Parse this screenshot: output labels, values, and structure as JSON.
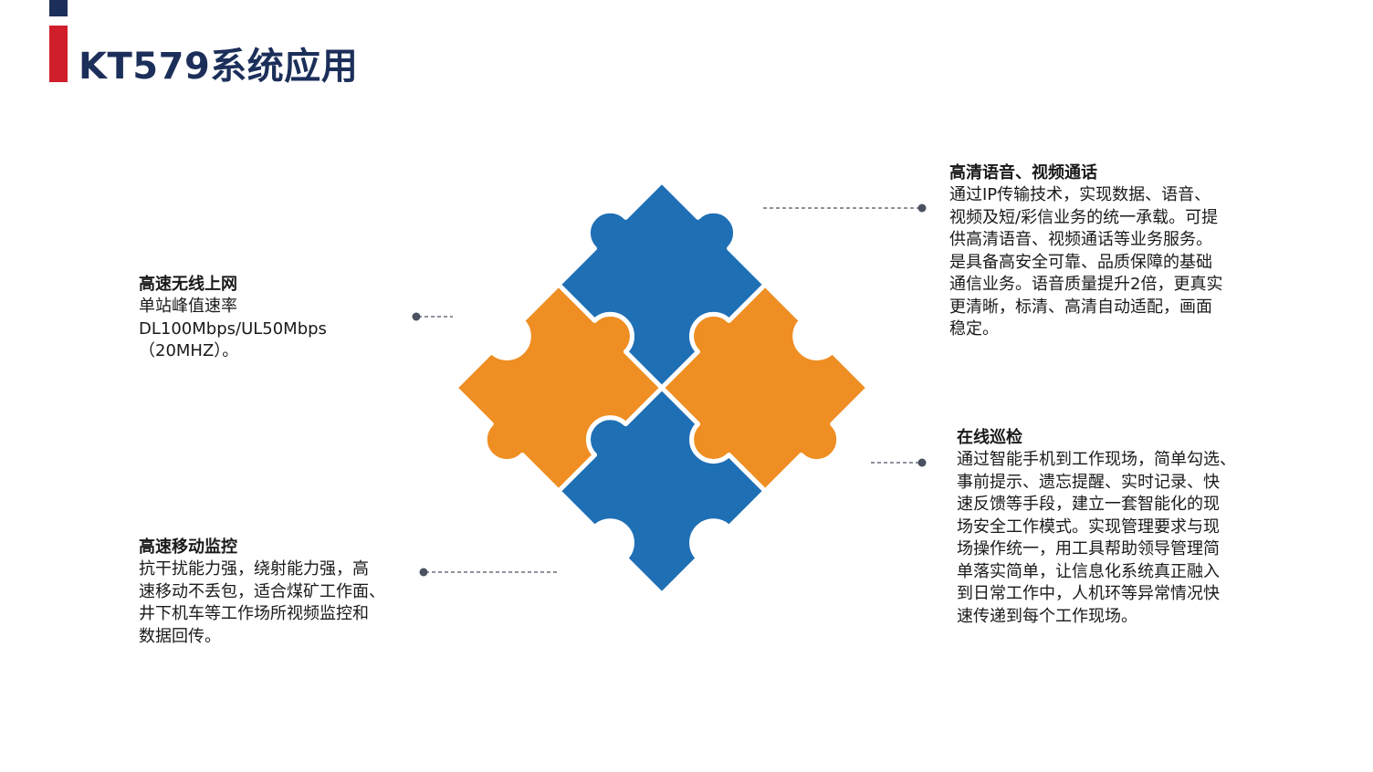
{
  "page": {
    "title": "KT579系统应用"
  },
  "theme": {
    "navy": "#1c2f5a",
    "red": "#d01e2b",
    "blue": "#1f6fb5",
    "orange": "#ef8e22",
    "connector": "#4a5160"
  },
  "features": {
    "wifi": {
      "title": "高速无线上网",
      "body": "单站峰值速率\nDL100Mbps/UL50Mbps\n（20MHZ）。"
    },
    "monitor": {
      "title": "高速移动监控",
      "body": "抗干扰能力强，绕射能力强，高\n速移动不丢包，适合煤矿工作面、\n井下机车等工作场所视频监控和\n数据回传。"
    },
    "voice": {
      "title": "高清语音、视频通话",
      "body": "通过IP传输技术，实现数据、语音、\n视频及短/彩信业务的统一承载。可提\n供高清语音、视频通话等业务服务。\n是具备高安全可靠、品质保障的基础\n通信业务。语音质量提升2倍，更真实\n更清晰，标清、高清自动适配，画面\n稳定。"
    },
    "patrol": {
      "title": "在线巡检",
      "body": "通过智能手机到工作现场，简单勾选、\n事前提示、遗忘提醒、实时记录、快\n速反馈等手段，建立一套智能化的现\n场安全工作模式。实现管理要求与现\n场操作统一，用工具帮助领导管理简\n单落实简单，让信息化系统真正融入\n到日常工作中，人机环等异常情况快\n速传递到每个工作现场。"
    }
  }
}
